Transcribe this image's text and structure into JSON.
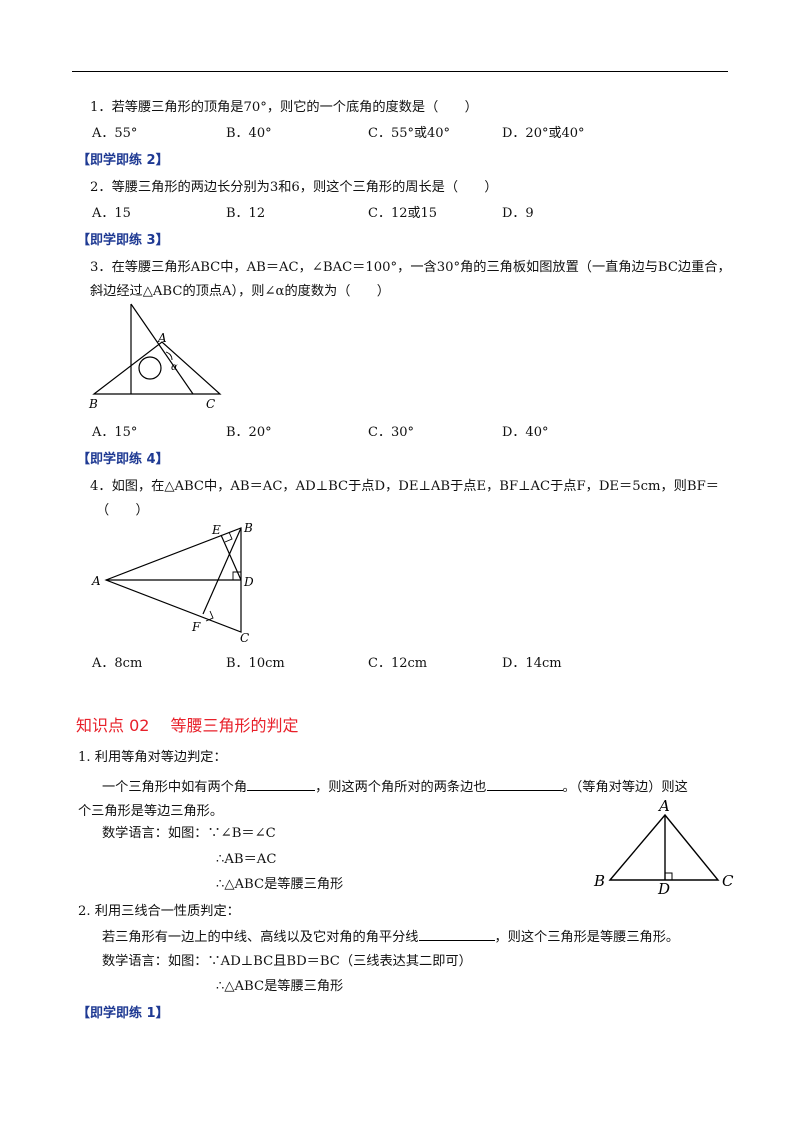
{
  "q1": {
    "stem": "1．若等腰三角形的顶角是70°，则它的一个底角的度数是（　　）",
    "options": [
      "A．55°",
      "B．40°",
      "C．55°或40°",
      "D．20°或40°"
    ]
  },
  "practice_2": "【即学即练 2】",
  "q2": {
    "stem": "2．等腰三角形的两边长分别为3和6，则这个三角形的周长是（　　）",
    "options": [
      "A．15",
      "B．12",
      "C．12或15",
      "D．9"
    ]
  },
  "practice_3": "【即学即练 3】",
  "q3": {
    "stem_line1": "3．在等腰三角形ABC中，AB＝AC，∠BAC＝100°，一含30°角的三角板如图放置（一直角边与BC边重合，",
    "stem_line2": "斜边经过△ABC的顶点A），则∠α的度数为（　　）",
    "figure_labels": {
      "A": "A",
      "B": "B",
      "C": "C",
      "alpha": "α"
    },
    "options": [
      "A．15°",
      "B．20°",
      "C．30°",
      "D．40°"
    ]
  },
  "practice_4": "【即学即练 4】",
  "q4": {
    "stem_line1": "4．如图，在△ABC中，AB＝AC，AD⊥BC于点D，DE⊥AB于点E，BF⊥AC于点F，DE＝5cm，则BF＝",
    "stem_line2": "（　　）",
    "figure_labels": {
      "A": "A",
      "B": "B",
      "C": "C",
      "D": "D",
      "E": "E",
      "F": "F"
    },
    "options": [
      "A．8cm",
      "B．10cm",
      "C．12cm",
      "D．14cm"
    ]
  },
  "section_02": {
    "title": "知识点 02　 等腰三角形的判定",
    "item1_title": "1. 利用等角对等边判定：",
    "item1_text_a": "一个三角形中如有两个角",
    "item1_text_b": "，则这两个角所对的两条边也",
    "item1_text_c": "。（等角对等边）则这",
    "item1_text_d": "个三角形是等边三角形。",
    "item1_lang": "数学语言：如图：∵∠B＝∠C",
    "item1_step2": "∴AB＝AC",
    "item1_step3": "∴△ABC是等腰三角形",
    "figure_labels": {
      "A": "A",
      "B": "B",
      "C": "C",
      "D": "D"
    },
    "item2_title": "2. 利用三线合一性质判定：",
    "item2_text_a": "若三角形有一边上的中线、高线以及它对角的角平分线",
    "item2_text_b": "，则这个三角形是等腰三角形。",
    "item2_lang": "数学语言：如图：∵AD⊥BC且BD＝BC（三线表达其二即可）",
    "item2_step2": "∴△ABC是等腰三角形"
  },
  "practice_1": "【即学即练 1】"
}
